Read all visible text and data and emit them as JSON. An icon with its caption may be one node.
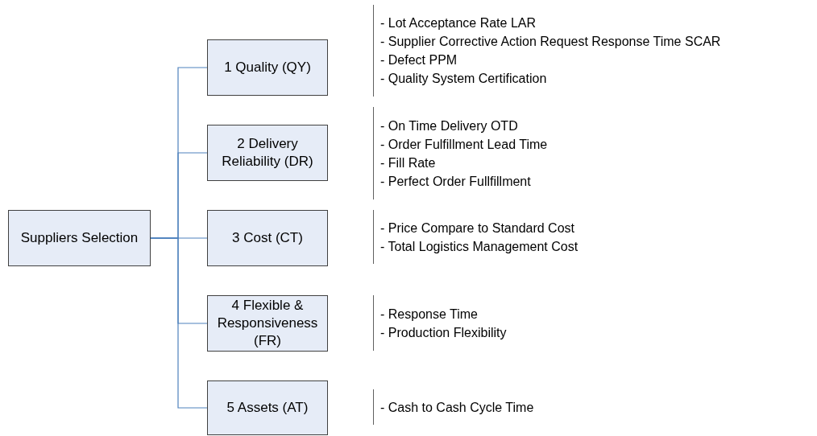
{
  "diagram": {
    "nodes": [
      {
        "text": [
          "Suppliers Selection"
        ]
      },
      {
        "text": [
          "1 Quality (QY)"
        ],
        "beside": [
          "- Lot Acceptance Rate LAR",
          "- Supplier Corrective Action Request Response Time SCAR",
          "- Defect PPM",
          "- Quality System Certification"
        ]
      },
      {
        "text": [
          "2 Delivery Reliability (DR)"
        ],
        "beside": [
          "- On Time Delivery OTD",
          "- Order Fulfillment Lead Time",
          "- Fill Rate",
          "- Perfect Order Fullfillment"
        ]
      },
      {
        "text": [
          "3 Cost (CT)"
        ],
        "beside": [
          "- Price Compare to Standard Cost",
          "- Total Logistics Management Cost"
        ]
      },
      {
        "text": [
          "4 Flexible & Responsiveness (FR)"
        ],
        "beside": [
          "- Response Time",
          "- Production Flexibility"
        ]
      },
      {
        "text": [
          "5 Assets (AT)"
        ]
      }
    ],
    "edges": [
      {
        "from": 0,
        "to": 1,
        "arrow": "none"
      },
      {
        "from": 0,
        "to": 2,
        "arrow": "none"
      },
      {
        "from": 0,
        "to": 3,
        "arrow": "none"
      },
      {
        "from": 0,
        "to": 4,
        "arrow": "none"
      },
      {
        "from": 0,
        "to": 5,
        "arrow": "none"
      }
    ],
    "labels": [
      "- Cash to Cash Cycle Time"
    ]
  }
}
